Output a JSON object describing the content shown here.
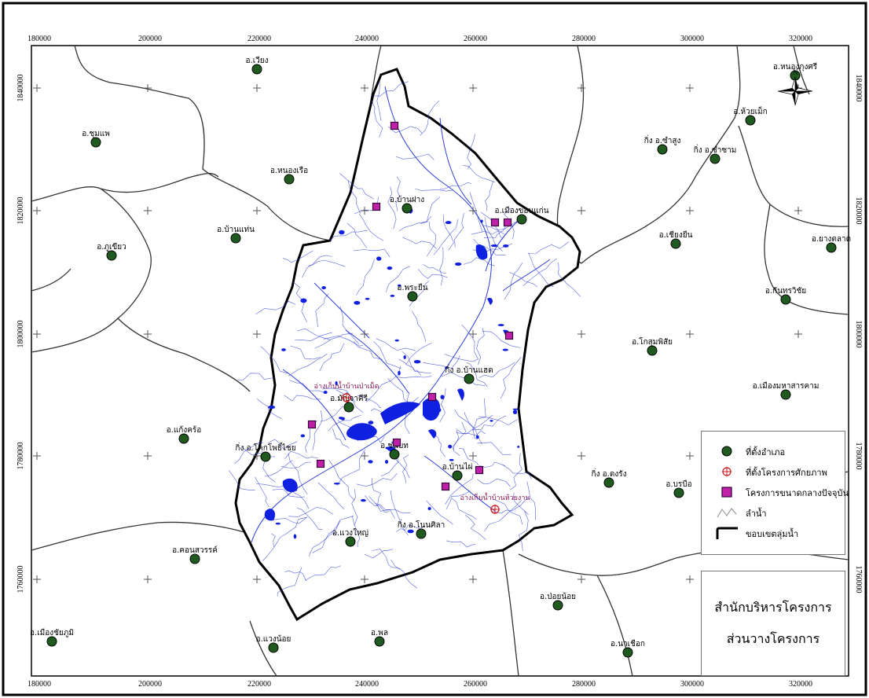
{
  "map": {
    "x_ticks": [
      "180000",
      "200000",
      "220000",
      "240000",
      "260000",
      "280000",
      "300000",
      "320000"
    ],
    "y_ticks": [
      "1840000",
      "1820000",
      "1800000",
      "1780000",
      "1760000"
    ],
    "north_label": "N",
    "colors": {
      "district_marker": "#1f5a1f",
      "project_marker": "#c020a8",
      "project_outline": "#33003a",
      "reservoir": "#1020e0",
      "river": "#2a3bd6",
      "candidate_marker": "#d01818",
      "candidate_label": "#8b1a5a"
    },
    "districts": [
      {
        "label": "อ.หนองกุงศรี"
      },
      {
        "label": "อ.เวียง"
      },
      {
        "label": "อ.ห้วยเม็ก"
      },
      {
        "label": "อ.ชุมแพ"
      },
      {
        "label": "กิ่ง อ.ซำสูง"
      },
      {
        "label": "กิ่ง อ.ซำซาม"
      },
      {
        "label": "อ.หนองเรือ"
      },
      {
        "label": "อ.บ้านฝาง"
      },
      {
        "label": "อ.เมืองขอนแก่น"
      },
      {
        "label": "อ.บ้านแท่น"
      },
      {
        "label": "อ.ภูเขียว"
      },
      {
        "label": "อ.เชียงยืน"
      },
      {
        "label": "อ.ยางตลาด"
      },
      {
        "label": "อ.พระยืน"
      },
      {
        "label": "อ.กันทรวิชัย"
      },
      {
        "label": "อ.โกสุมพิสัย"
      },
      {
        "label": "กิ่ง อ.บ้านแฮด"
      },
      {
        "label": "อ.เมืองมหาสารคาม"
      },
      {
        "label": "อ.มัญจาคีรี"
      },
      {
        "label": "อ.แก้งคร้อ"
      },
      {
        "label": "กิ่ง อ.โคกโพธิ์ไชย"
      },
      {
        "label": "อ.ชนบท"
      },
      {
        "label": "อ.บ้านไผ่"
      },
      {
        "label": "กิ่ง อ.ดงรัง"
      },
      {
        "label": "อ.บรบือ"
      },
      {
        "label": "อ.แวงใหญ่"
      },
      {
        "label": "กิ่ง อ.โนนศิลา"
      },
      {
        "label": "อ.คอนสวรรค์"
      },
      {
        "label": "อ.ป่อยน้อย"
      },
      {
        "label": "อ.เมืองชัยภูมิ"
      },
      {
        "label": "อ.แวงน้อย"
      },
      {
        "label": "อ.พล"
      },
      {
        "label": "อ.นาเชือก"
      }
    ],
    "candidate_projects": [
      {
        "label": "อ่างเก็บน้ำบ้านป่าเม็ด"
      },
      {
        "label": "อ่างเก็บน้ำบ้านห้วยงาน"
      }
    ]
  },
  "legend": {
    "items": [
      {
        "label": "ที่ตั้งอำเภอ"
      },
      {
        "label": "ที่ตั้งโครงการศักยภาพ"
      },
      {
        "label": "โครงการขนาดกลางปัจจุบัน"
      },
      {
        "label": "ลำน้ำ"
      },
      {
        "label": "ขอบเขตลุ่มน้ำ"
      }
    ]
  },
  "office": {
    "line1": "สำนักบริหารโครงการ",
    "line2": "ส่วนวางโครงการ"
  }
}
